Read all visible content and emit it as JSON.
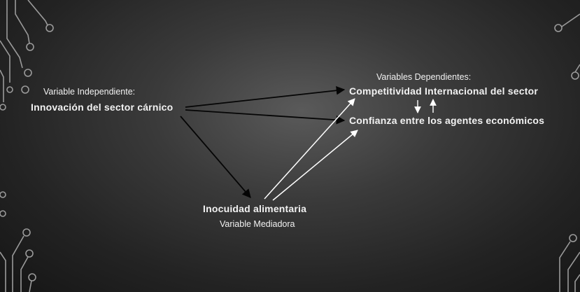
{
  "slide": {
    "independent": {
      "caption": "Variable Independiente:",
      "title": "Innovación del sector cárnico"
    },
    "dependent": {
      "caption": "Variables Dependientes:",
      "item1": "Competitividad Internacional del sector",
      "item2": "Confianza entre los agentes económicos"
    },
    "mediator": {
      "title": "Inocuidad alimentaria",
      "caption": "Variable Mediadora"
    }
  },
  "colors": {
    "background": "#2e2e2e",
    "text": "#f2f2f2",
    "black_arrows": "#050505",
    "white_arrows": "#ffffff",
    "decoration": "#9a9a9a"
  }
}
